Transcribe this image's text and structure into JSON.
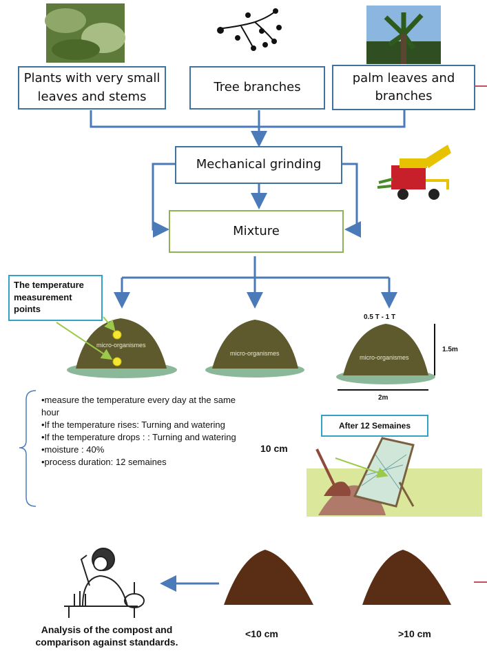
{
  "boxes": {
    "plants": "Plants with very small leaves and stems",
    "branches": "Tree branches",
    "palm": "palm leaves and branches",
    "grinding": "Mechanical grinding",
    "mixture": "Mixture"
  },
  "callout": {
    "temperature_points": "The temperature measurement points"
  },
  "pile_label": "micro-organismes",
  "dimensions": {
    "weight": "0.5 T - 1 T",
    "height": "1.5m",
    "width": "2m"
  },
  "notes": [
    "•measure the temperature every day at the same hour",
    "•If the temperature rises: Turning and watering",
    "•If the temperature drops : : Turning and watering",
    "•moisture : 40%",
    "•process duration: 12 semaines"
  ],
  "after_label": "After 12 Semaines",
  "sieve_label": "10 cm",
  "compost_labels": {
    "small": "<10 cm",
    "large": ">10 cm"
  },
  "analysis_caption": "Analysis of the compost and comparison against standards.",
  "colors": {
    "box_border": "#41719c",
    "mixture_border": "#8db255",
    "arrow": "#4a7ab8",
    "callout_border": "#31a2c6",
    "pile": "#5e5a2e",
    "compost": "#5a2e14"
  }
}
